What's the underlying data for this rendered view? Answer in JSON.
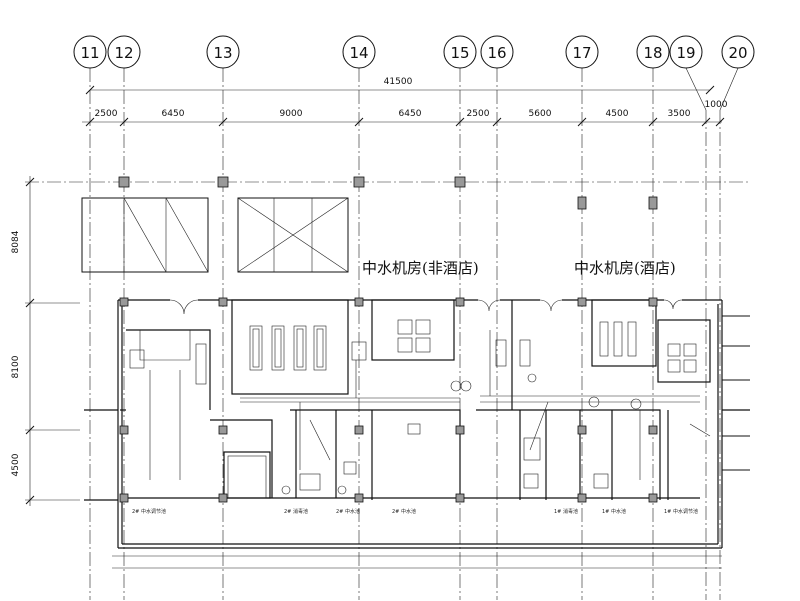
{
  "axes": [
    "11",
    "12",
    "13",
    "14",
    "15",
    "16",
    "17",
    "18",
    "19",
    "20"
  ],
  "overall_dimension": "41500",
  "span_dimensions": [
    "2500",
    "6450",
    "9000",
    "6450",
    "2500",
    "5600",
    "4500",
    "3500",
    "1000"
  ],
  "vertical_dimensions": [
    "8084",
    "8100",
    "4500"
  ],
  "rooms": {
    "left_title": "中水机房(非酒店)",
    "right_title": "中水机房(酒店)"
  },
  "tanks": [
    "2# 中水调节池",
    "2# 消毒池",
    "2# 中水池",
    "2# 中水池",
    "1# 消毒池",
    "1# 中水池",
    "1# 中水调节池"
  ]
}
